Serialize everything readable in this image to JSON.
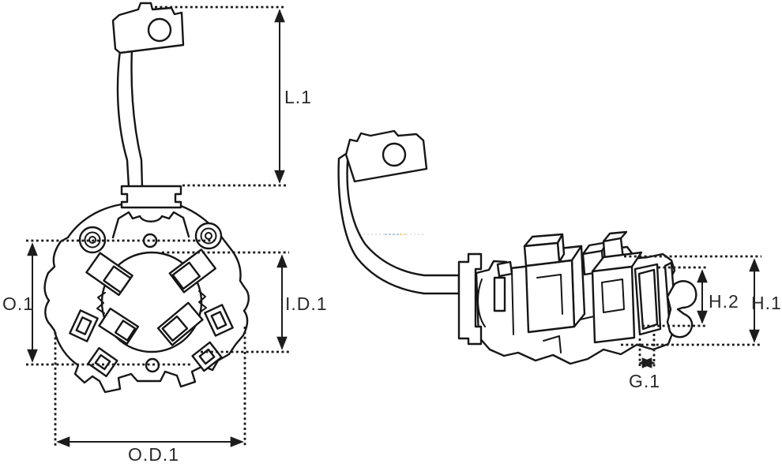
{
  "colors": {
    "background": "#ffffff",
    "line": "#161616",
    "label": "#2a2a2a",
    "dim_line": "#1c1c1c",
    "artifact_gray": "#cfcfcf",
    "artifact_blue": "#7ea6d4",
    "artifact_orange": "#e2b24e"
  },
  "front_view": {
    "dims": {
      "l1": "L.1",
      "o1": "O.1",
      "id1": "I.D.1",
      "od1": "O.D.1"
    }
  },
  "side_view": {
    "dims": {
      "h2": "H.2",
      "h1": "H.1",
      "g1": "G.1"
    }
  }
}
